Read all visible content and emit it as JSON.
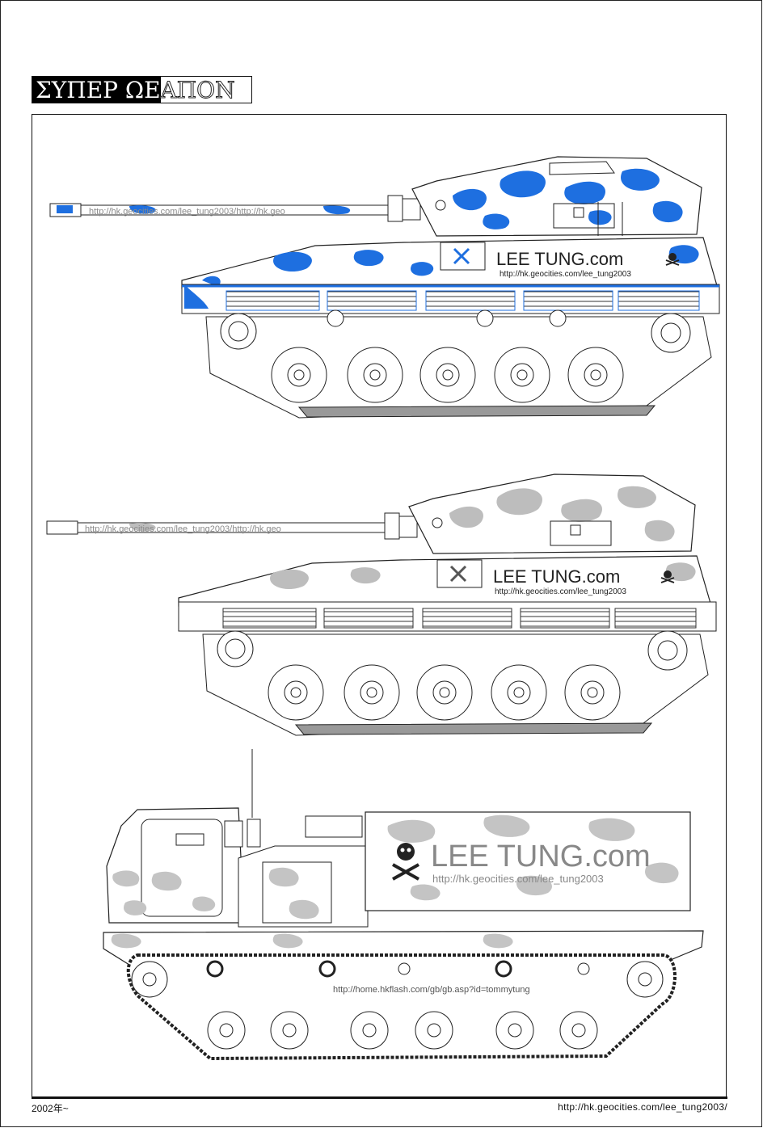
{
  "header": {
    "title_black": "ΣΥΠΕΡ ΩΕ",
    "title_outline": "ΑΠΟΝ"
  },
  "tank1": {
    "scheme": "blue-white",
    "camo_color": "#1e6fe0",
    "brand": "LEE TUNG.com",
    "url": "http://hk.geocities.com/lee_tung2003",
    "watermark": "http://hk.geocities.com/lee_tung2003/http://hk.geo"
  },
  "tank2": {
    "scheme": "grey-white",
    "camo_color": "#bdbdbd",
    "brand": "LEE TUNG.com",
    "url": "http://hk.geocities.com/lee_tung2003",
    "watermark": "http://hk.geocities.com/lee_tung2003/http://hk.geo"
  },
  "vehicle3": {
    "camo_color": "#c4c4c4",
    "brand": "LEE TUNG.com",
    "url": "http://hk.geocities.com/lee_tung2003",
    "guestbook": "http://home.hkflash.com/gb/gb.asp?id=tommytung"
  },
  "footer": {
    "left": "2002年~",
    "right": "http://hk.geocities.com/lee_tung2003/"
  },
  "icons": [
    "tools-icon",
    "skull-crossbones-icon"
  ]
}
